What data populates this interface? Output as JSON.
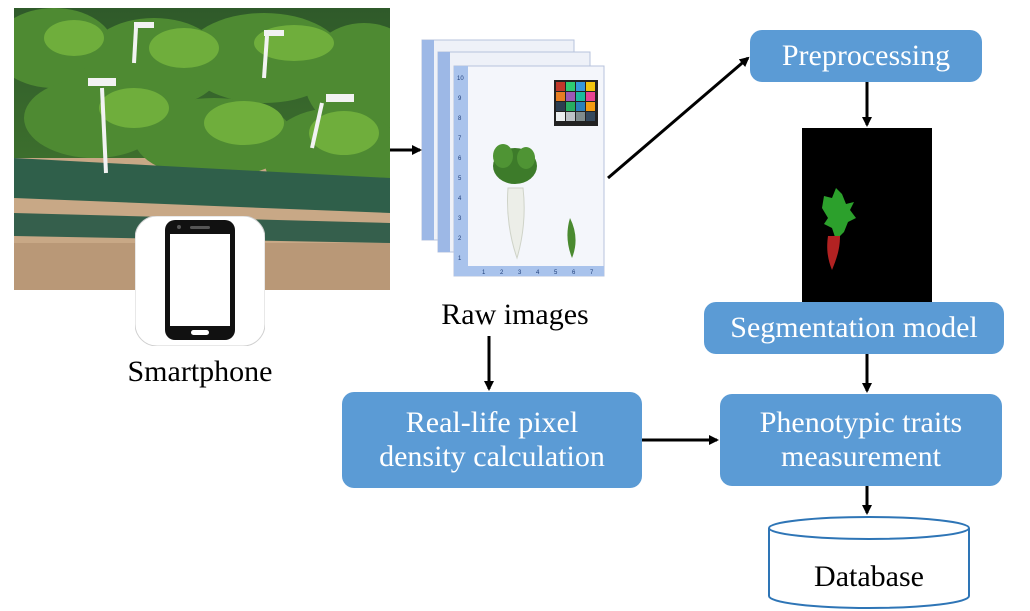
{
  "labels": {
    "smartphone": "Smartphone",
    "raw_images": "Raw images"
  },
  "boxes": {
    "preprocessing": "Preprocessing",
    "segmentation_model": "Segmentation model",
    "pixel_density_line1": "Real-life pixel",
    "pixel_density_line2": "density calculation",
    "phenotypic_line1": "Phenotypic traits",
    "phenotypic_line2": "measurement",
    "database": "Database"
  },
  "ruler_numbers": {
    "bottom": [
      "1",
      "2",
      "3",
      "4",
      "5",
      "6",
      "7"
    ],
    "left": [
      "10",
      "9",
      "8",
      "7",
      "6",
      "5",
      "4",
      "3",
      "2",
      "1"
    ]
  },
  "colors": {
    "box_fill": "#5b9bd5",
    "box_text": "#ffffff",
    "database_stroke": "#2e75b6",
    "arrow": "#000000",
    "mask_background": "#000000",
    "mask_leaves": "#2ca02c",
    "mask_root": "#b22222"
  },
  "icons": {
    "field_photo": "field-photo",
    "smartphone": "smartphone-icon",
    "raw_images": "image-stack",
    "segmentation_mask": "segmentation-mask",
    "database": "database-cylinder"
  }
}
